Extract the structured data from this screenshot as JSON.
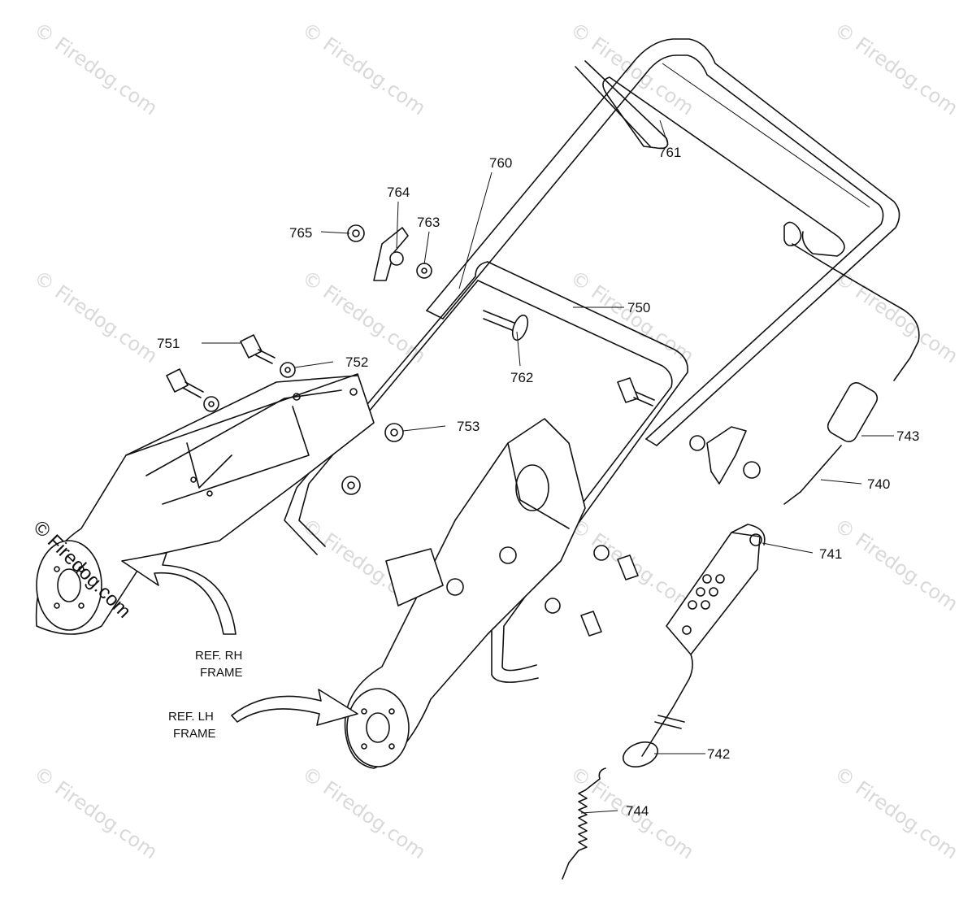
{
  "watermark": {
    "text": "© Firedog.com"
  },
  "labels": {
    "p740": "740",
    "p741": "741",
    "p742": "742",
    "p743": "743",
    "p744": "744",
    "p750": "750",
    "p751": "751",
    "p752": "752",
    "p753": "753",
    "p760": "760",
    "p761": "761",
    "p762": "762",
    "p763": "763",
    "p764": "764",
    "p765": "765"
  },
  "refs": {
    "rh_line1": "REF. RH",
    "rh_line2": "FRAME",
    "lh_line1": "REF. LH",
    "lh_line2": "FRAME"
  },
  "corner_watermark": "© Firedog.com"
}
